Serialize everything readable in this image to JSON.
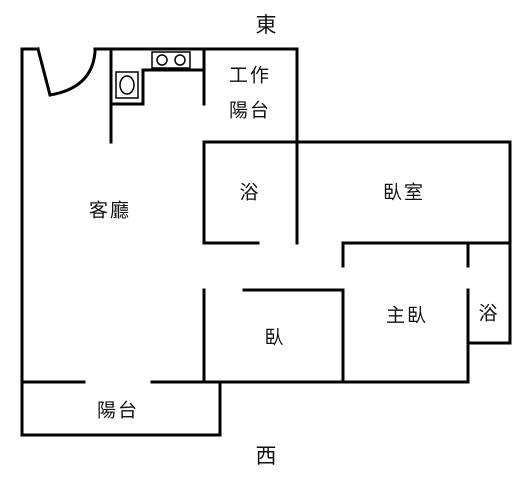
{
  "compass": {
    "north_top": "東",
    "south_bottom": "西"
  },
  "rooms": {
    "work_balcony_line1": "工作",
    "work_balcony_line2": "陽台",
    "living_room": "客廳",
    "bath_1": "浴",
    "bedroom_room": "臥室",
    "master_bedroom": "主臥",
    "bath_2": "浴",
    "bedroom_small": "臥",
    "balcony": "陽台"
  }
}
